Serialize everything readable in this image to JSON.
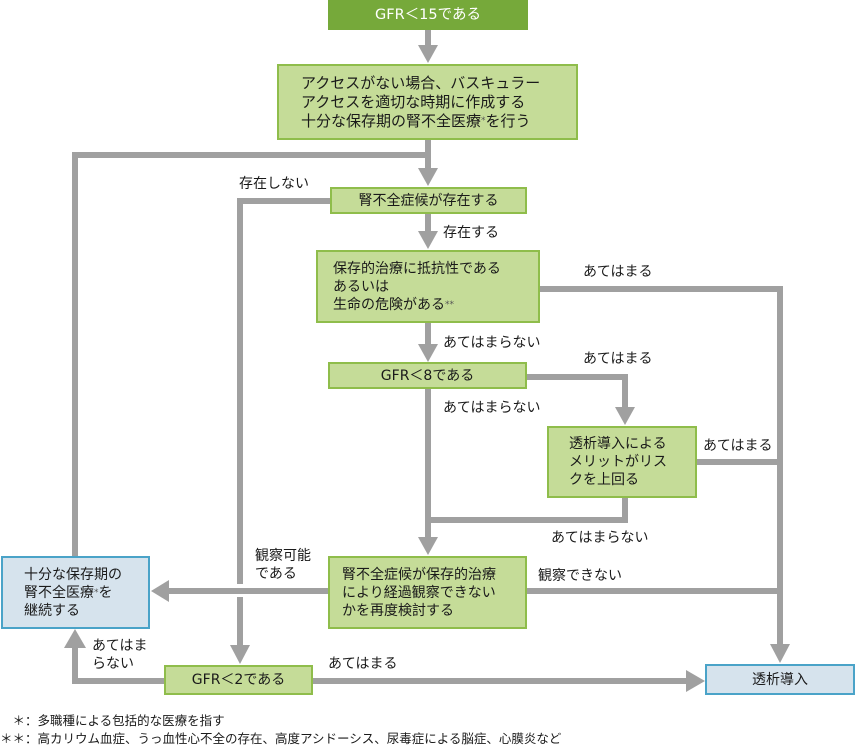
{
  "colors": {
    "start_fill": "#76a93a",
    "step_fill": "#c5dc98",
    "step_border": "#8fbd4b",
    "end_fill": "#d6e3ed",
    "end_border": "#4aa3c8",
    "connector": "#a0a0a0"
  },
  "nodes": {
    "start": {
      "text": "GFR＜15である"
    },
    "access": {
      "lines": [
        "アクセスがない場合、バスキュラー",
        "アクセスを適切な時期に作成する",
        "十分な保存期の腎不全医療"
      ],
      "mark": "*",
      "tail": "を行う"
    },
    "symptoms": {
      "text": "腎不全症候が存在する"
    },
    "resistant": {
      "lines": [
        "保存的治療に抵抗性である",
        "あるいは",
        "生命の危険がある"
      ],
      "mark": "**"
    },
    "gfr8": {
      "text": "GFR＜8である"
    },
    "merit": {
      "lines": [
        "透析導入による",
        "メリットがリス",
        "クを上回る"
      ]
    },
    "reexamine": {
      "lines": [
        "腎不全症候が保存的治療",
        "により経過観察できない",
        "かを再度検討する"
      ]
    },
    "continue": {
      "lines": [
        "十分な保存期の",
        "腎不全医療"
      ],
      "mark": "*",
      "tail": "を",
      "last": "継続する"
    },
    "gfr2": {
      "text": "GFR＜2である"
    },
    "dialysis": {
      "text": "透析導入"
    }
  },
  "labels": {
    "not_present": "存在しない",
    "present": "存在する",
    "applies_resistant": "あてはまる",
    "not_applies_resistant": "あてはまらない",
    "applies_gfr8": "あてはまる",
    "not_applies_gfr8": "あてはまらない",
    "applies_merit": "あてはまる",
    "not_applies_merit": "あてはまらない",
    "observable": [
      "観察可能",
      "である"
    ],
    "not_observable": "観察できない",
    "not_applies_gfr2": [
      "あてはま",
      "らない"
    ],
    "applies_gfr2": "あてはまる"
  },
  "footnotes": [
    {
      "mark": "　＊：",
      "text": "多職種による包括的な医療を指す"
    },
    {
      "mark": "＊＊：",
      "text": "高カリウム血症、うっ血性心不全の存在、高度アシドーシス、尿毒症による脳症、心膜炎など"
    }
  ]
}
